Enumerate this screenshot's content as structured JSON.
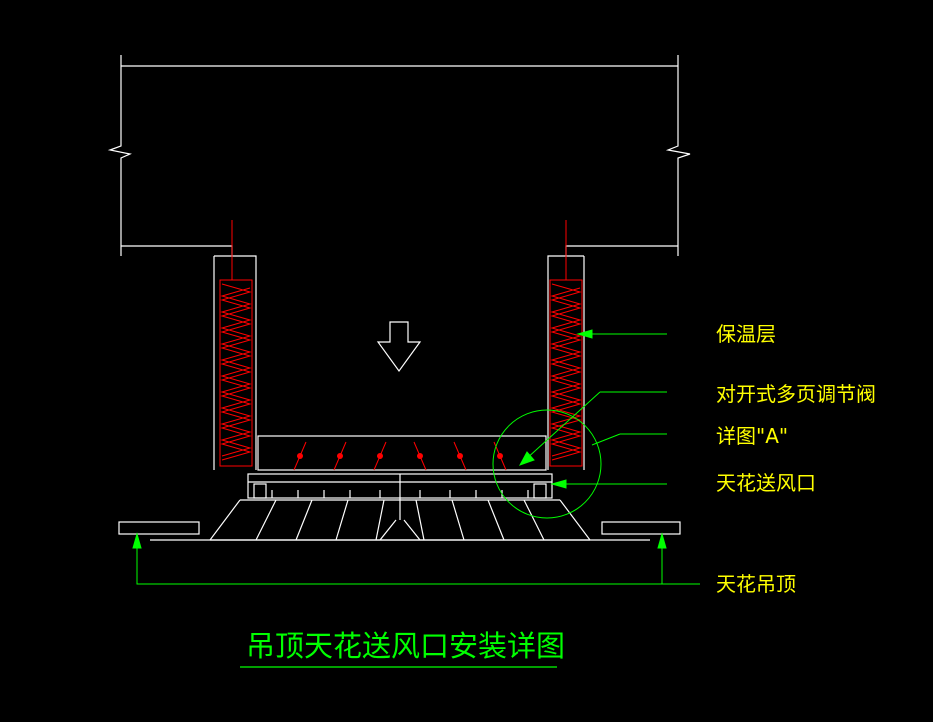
{
  "drawing": {
    "title": "吊顶天花送风口安装详图",
    "labels": {
      "insulation": "保温层",
      "damper": "对开式多页调节阀",
      "detail_a": "详图\"A\"",
      "diffuser": "天花送风口",
      "ceiling": "天花吊顶"
    },
    "colors": {
      "background": "#000000",
      "outline": "#ffffff",
      "insulation": "#ff0000",
      "leader": "#00ff00",
      "label_text": "#ffff00",
      "damper_blade": "#ff0000"
    },
    "icons": {
      "airflow": "down-arrow-icon",
      "detail_marker": "circle-callout-icon"
    }
  }
}
